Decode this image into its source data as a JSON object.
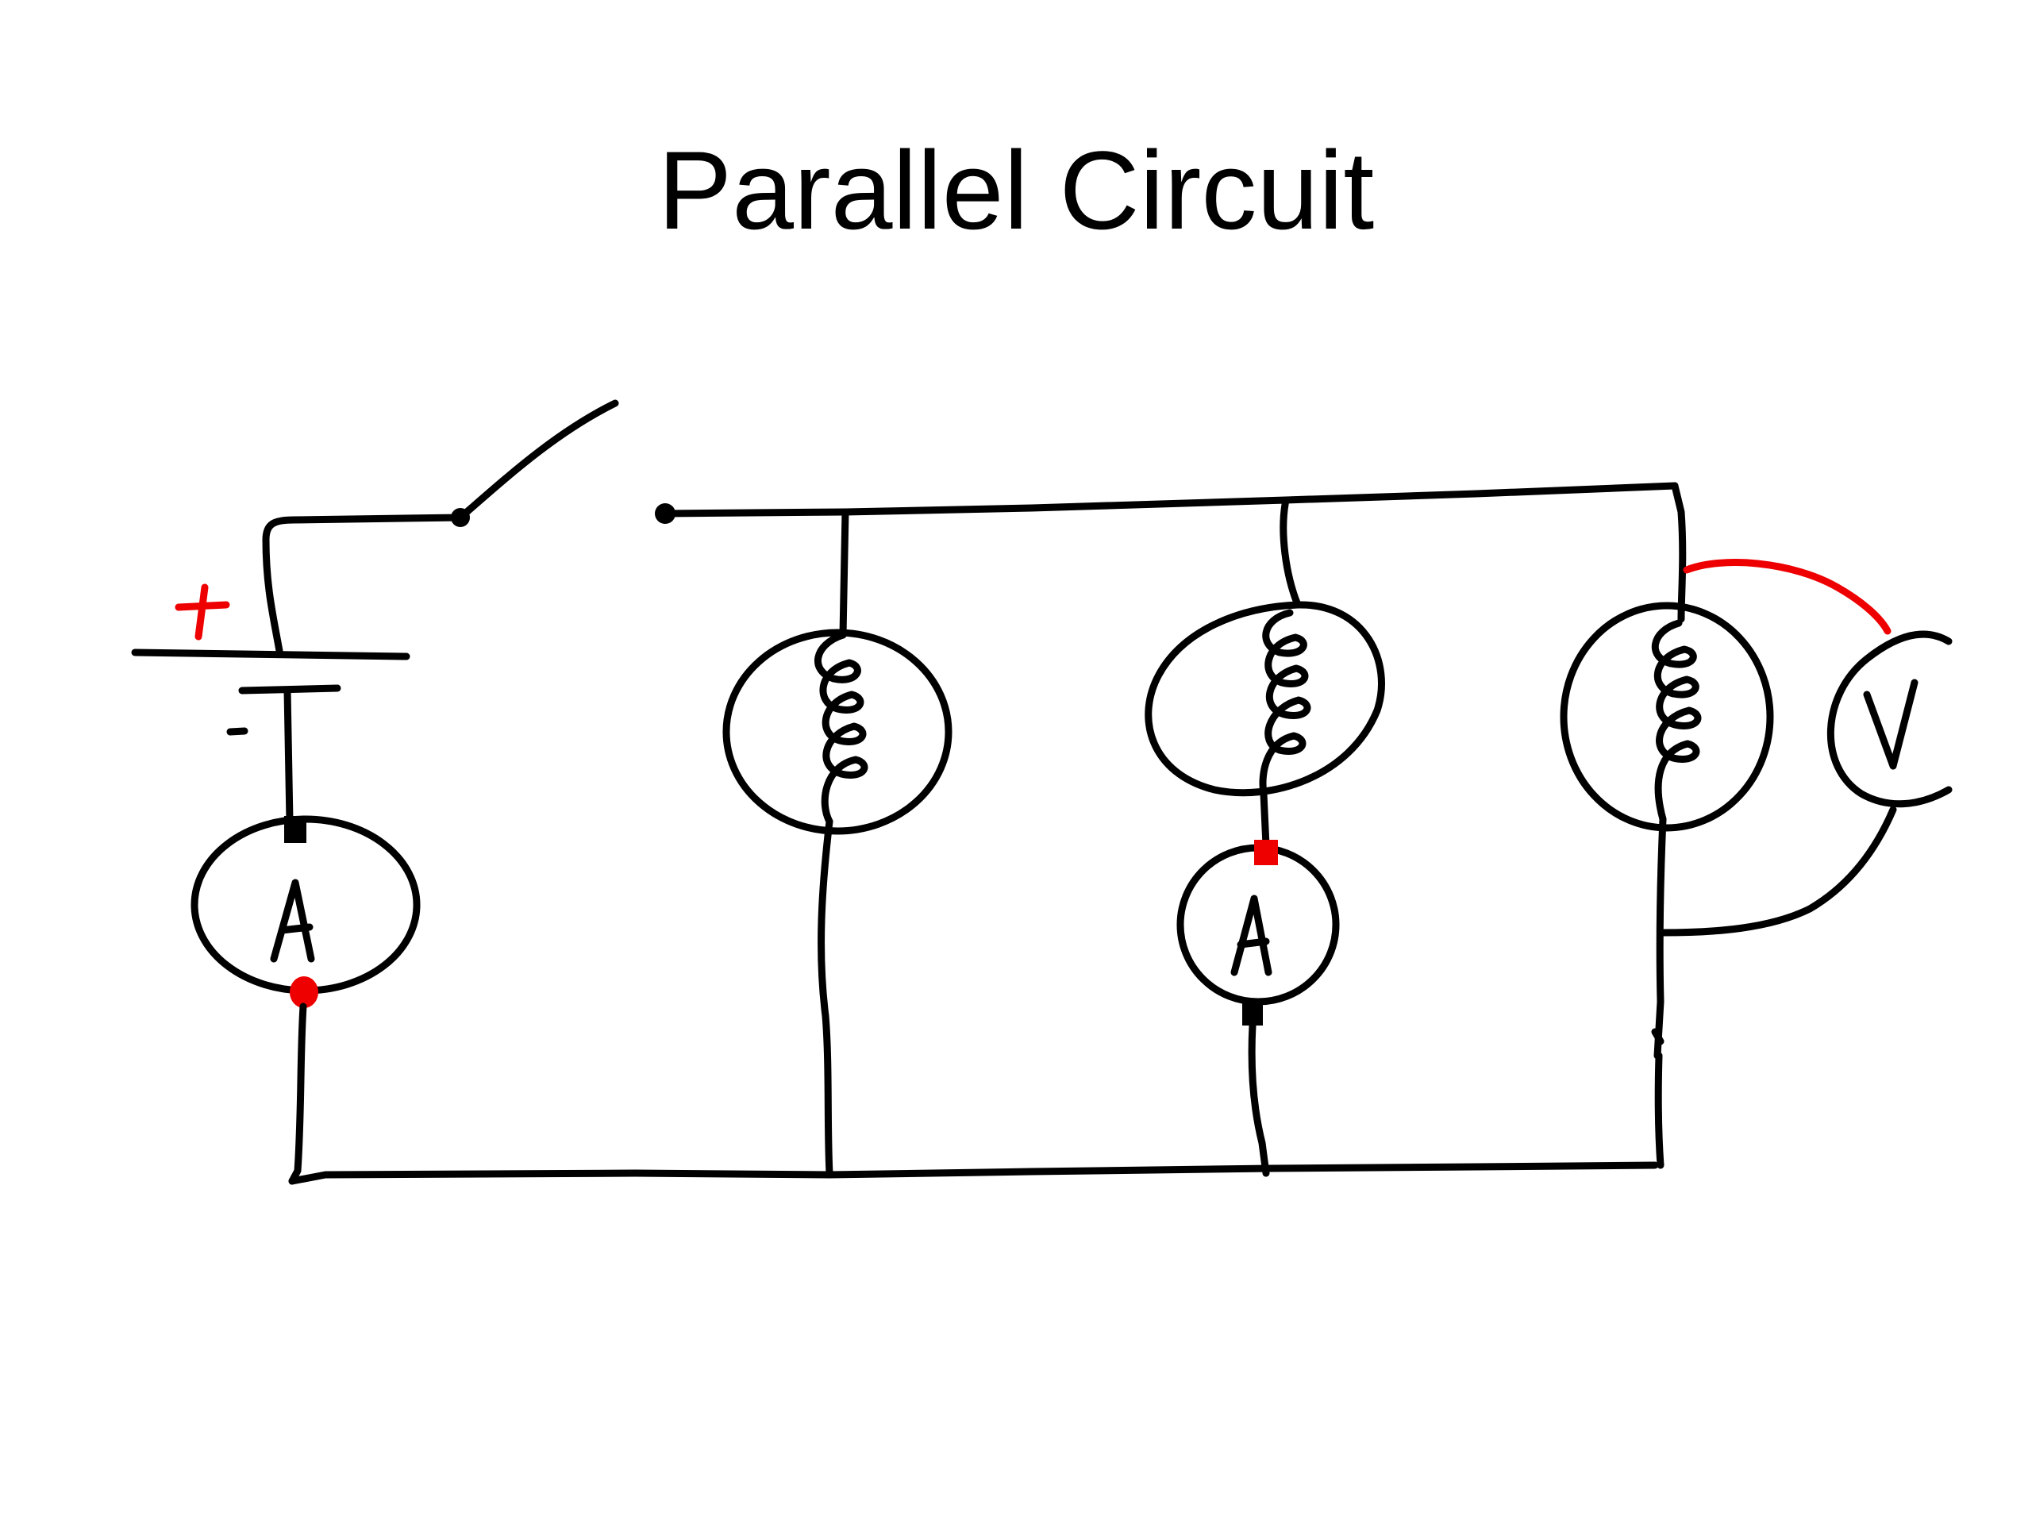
{
  "slide": {
    "title": "Parallel Circuit"
  },
  "diagram": {
    "battery": {
      "positive_label": "+",
      "negative_label": "-"
    },
    "ammeters": [
      {
        "label": "A",
        "position": "main-line"
      },
      {
        "label": "A",
        "position": "branch-2"
      }
    ],
    "voltmeter": {
      "label": "V",
      "position": "across-branch-3"
    },
    "bulbs": [
      "branch-1",
      "branch-2",
      "branch-3"
    ],
    "switch": {
      "state": "open"
    }
  },
  "colors": {
    "wire": "#000000",
    "positive_terminal": "#ff0000",
    "voltmeter_lead": "#ff0000",
    "background": "#ffffff"
  },
  "icons": {
    "battery": "battery-icon",
    "switch": "open-switch-icon",
    "bulb": "light-bulb-icon",
    "ammeter": "ammeter-icon",
    "voltmeter": "voltmeter-icon"
  }
}
